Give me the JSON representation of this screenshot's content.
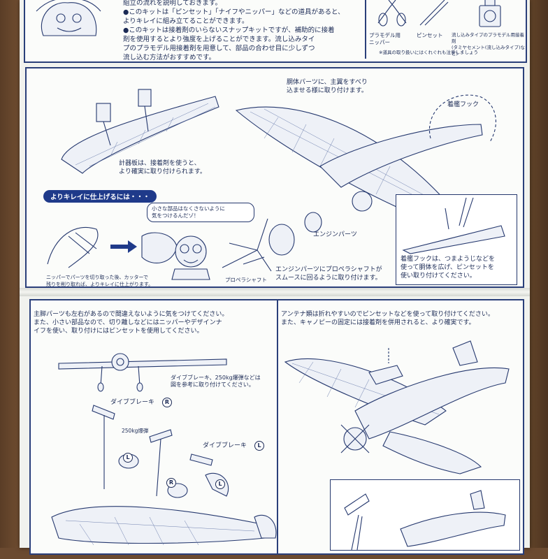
{
  "top": {
    "intro_lines": "組立の流れを説明しておきます。\n●このキットは「ピンセット」「ナイフやニッパー」などの道具があると、\nよりキレイに組み立てることができます。\n●このキットは接着剤のいらないスナップキットですが、補助的に接着\n剤を使用するとより強度を上げることができます。流し込みタイ\nプのプラモデル用接着剤を用意して、部品の合わせ目に少しずつ\n流し込む方法がおすすめです。",
    "tool_nipper": "プラモデル用\nニッパー",
    "tool_tweezers": "ピンセット",
    "tool_cement": "流し込みタイプのプラモデル用接着剤\n(タミヤセメント(流し込みタイプ)など)",
    "tool_note": "※道具の取り扱いにはくれぐれも注意しましょう"
  },
  "step2": {
    "fuselage_note": "胴体パーツに、主翼をすべり\n込ませる様に取り付けます。",
    "hook_label": "着艦フック",
    "panel_note": "計器板は、接着剤を使うと、\nより確実に取り付けられます。",
    "tip_banner": "よりキレイに仕上げるには・・・",
    "speech": "小さな部品はなくさないように\n気をつけるんだゾ！",
    "cut_note": "ニッパーでパーツを切り取った後、カッターで\n残りを削り取れば、よりキレイに仕上がります。",
    "engine_label": "エンジンパーツ",
    "propshaft_label": "プロペラシャフト",
    "engine_note": "エンジンパーツにプロペラシャフトが\nスムースに回るように取り付けます。",
    "hook_note": "着艦フックは、つまようじなどを\n使って胴体を広げ、ピンセットを\n使い取り付けてください。"
  },
  "step3": {
    "gear_note": "主脚パーツも左右があるので間違えないように気をつけてください。\nまた、小さい部品なので、切り離しなどにはニッパーやデザインナ\nイフを使い、取り付けにはピンセットを使用してください。",
    "divebrake_note": "ダイブブレーキ、250kg爆弾などは\n図を参考に取り付けてください。",
    "divebrake_r": "ダイブブレーキ",
    "bomb_label": "250kg爆弾",
    "divebrake_l": "ダイブブレーキ",
    "mark_r": "R",
    "mark_l": "L",
    "antenna_note": "アンテナ類は折れやすいのでピンセットなどを使って取り付けてください。\nまた、キャノピーの固定には接着剤を併用されると、より確実です。"
  }
}
